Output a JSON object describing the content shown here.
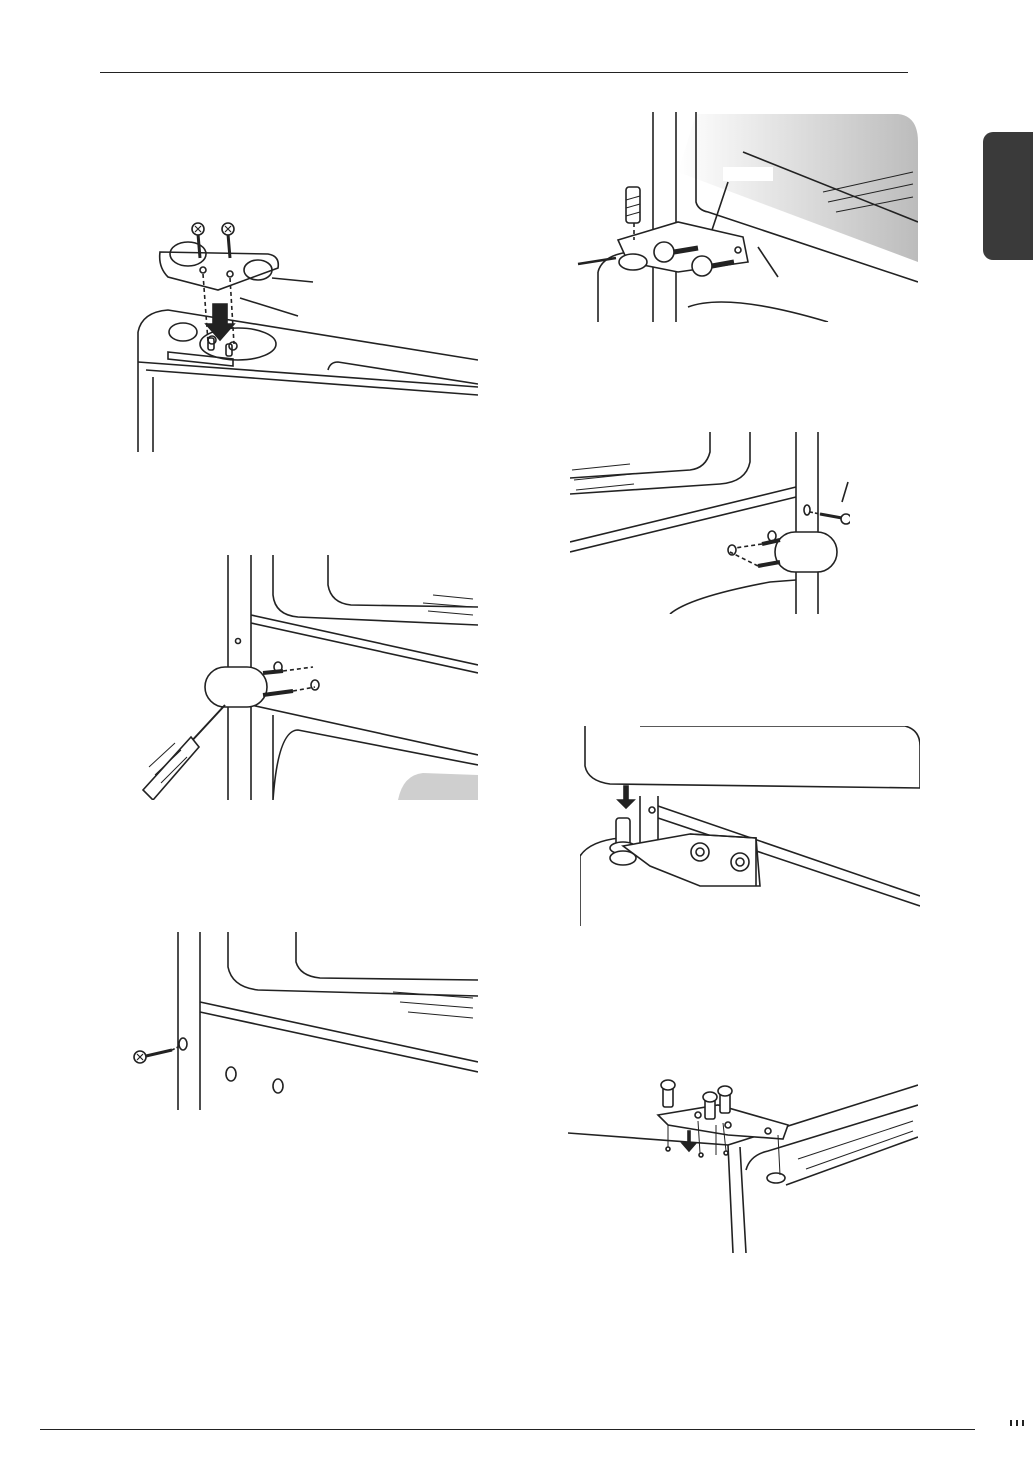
{
  "document": {
    "type": "installation-instruction-page",
    "figures": [
      {
        "id": "fig-top-hinge-install",
        "depicts": "top-hinge-bracket-being-screwed-onto-cabinet-top"
      },
      {
        "id": "fig-door-stopper-remove",
        "depicts": "screwdriver-removing-door-stopper-from-side"
      },
      {
        "id": "fig-side-screw-remove",
        "depicts": "screw-removed-from-cabinet-side-leaving-holes"
      },
      {
        "id": "fig-hinge-bracket-bolts",
        "depicts": "hinge-bracket-with-pin-and-bolts-attached"
      },
      {
        "id": "fig-door-stopper-attach",
        "depicts": "door-stopper-and-screw-attached-to-opposite-side"
      },
      {
        "id": "fig-door-lowered-on-pin",
        "depicts": "door-lowered-onto-hinge-pin"
      },
      {
        "id": "fig-top-hinge-final",
        "depicts": "top-hinge-plate-bolted-onto-cabinet"
      }
    ],
    "colors": {
      "ink": "#222222",
      "tab": "#3a3a3a",
      "shade": "#cfcfcf"
    }
  }
}
